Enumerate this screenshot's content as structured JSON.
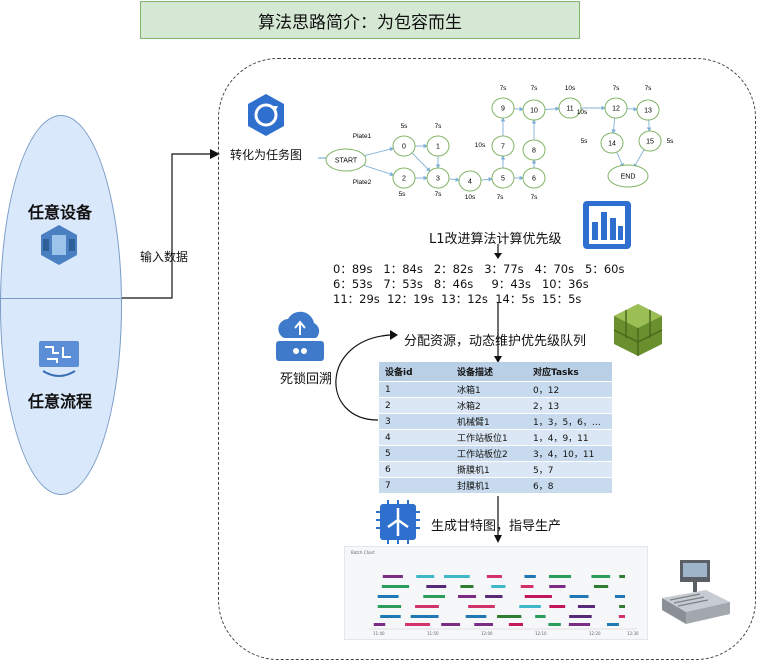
{
  "title": "算法思路简介：为包容而生",
  "left": {
    "devices_label": "任意设备",
    "process_label": "任意流程"
  },
  "arrows": {
    "input_label": "输入数据",
    "convert_label": "转化为任务图",
    "priority_label": "L1改进算法计算优先级",
    "allocate_label": "分配资源，动态维护优先级队列",
    "deadlock_label": "死锁回溯",
    "gantt_label": "生成甘特图，指导生产"
  },
  "graph": {
    "nodes": [
      {
        "id": "start",
        "label": "START"
      },
      {
        "id": "n0",
        "label": "0"
      },
      {
        "id": "n1",
        "label": "1"
      },
      {
        "id": "n2",
        "label": "2"
      },
      {
        "id": "n3",
        "label": "3"
      },
      {
        "id": "n4",
        "label": "4"
      },
      {
        "id": "n5",
        "label": "5"
      },
      {
        "id": "n6",
        "label": "6"
      },
      {
        "id": "n7",
        "label": "7"
      },
      {
        "id": "n8",
        "label": "8"
      },
      {
        "id": "n9",
        "label": "9"
      },
      {
        "id": "n10",
        "label": "10"
      },
      {
        "id": "n11",
        "label": "11"
      },
      {
        "id": "n12",
        "label": "12"
      },
      {
        "id": "n13",
        "label": "13"
      },
      {
        "id": "n14",
        "label": "14"
      },
      {
        "id": "n15",
        "label": "15"
      },
      {
        "id": "end",
        "label": "END"
      }
    ],
    "edges": [
      [
        "start",
        "n0"
      ],
      [
        "start",
        "n2"
      ],
      [
        "n0",
        "n1"
      ],
      [
        "n0",
        "n3"
      ],
      [
        "n1",
        "n3"
      ],
      [
        "n2",
        "n3"
      ],
      [
        "n3",
        "n4"
      ],
      [
        "n4",
        "n5"
      ],
      [
        "n5",
        "n6"
      ],
      [
        "n5",
        "n7"
      ],
      [
        "n6",
        "n8"
      ],
      [
        "n7",
        "n9"
      ],
      [
        "n8",
        "n10"
      ],
      [
        "n9",
        "n10"
      ],
      [
        "n10",
        "n11"
      ],
      [
        "n11",
        "n12"
      ],
      [
        "n12",
        "n13"
      ],
      [
        "n12",
        "n14"
      ],
      [
        "n13",
        "n15"
      ],
      [
        "n14",
        "end"
      ],
      [
        "n15",
        "end"
      ]
    ],
    "labels": [
      "Plate1",
      "Plate2",
      "5s",
      "7s",
      "5s",
      "7s",
      "10s",
      "7s",
      "10s",
      "7s",
      "7s",
      "7s",
      "10s",
      "10s",
      "7s",
      "7s",
      "5s",
      "5s"
    ]
  },
  "priorities": "0：89s   1：84s   2：82s   3：77s   4：70s   5：60s\n6：53s   7：53s   8：46s     9：43s   10：36s\n11：29s  12：19s  13：12s  14：5s  15：5s",
  "table": {
    "headers": [
      "设备id",
      "设备描述",
      "对应Tasks"
    ],
    "rows": [
      [
        "1",
        "冰箱1",
        "0，12"
      ],
      [
        "2",
        "冰箱2",
        "2，13"
      ],
      [
        "3",
        "机械臂1",
        "1，3，5，6，…"
      ],
      [
        "4",
        "工作站板位1",
        "1，4，9，11"
      ],
      [
        "5",
        "工作站板位2",
        "3，4，10，11"
      ],
      [
        "6",
        "撕膜机1",
        "5，7"
      ],
      [
        "7",
        "封膜机1",
        "6，8"
      ]
    ]
  },
  "gantt": {
    "title": "Batch Chart",
    "ticks": [
      "11:40",
      "11:50",
      "12:00",
      "12:10",
      "12:20",
      "12:30"
    ]
  },
  "colors": {
    "title_bg": "#d5e8d4",
    "ellipse_bg": "#dae8fc",
    "node_stroke": "#82b366",
    "edge": "#7fb0d8",
    "table_header": "#b9cfe6"
  }
}
